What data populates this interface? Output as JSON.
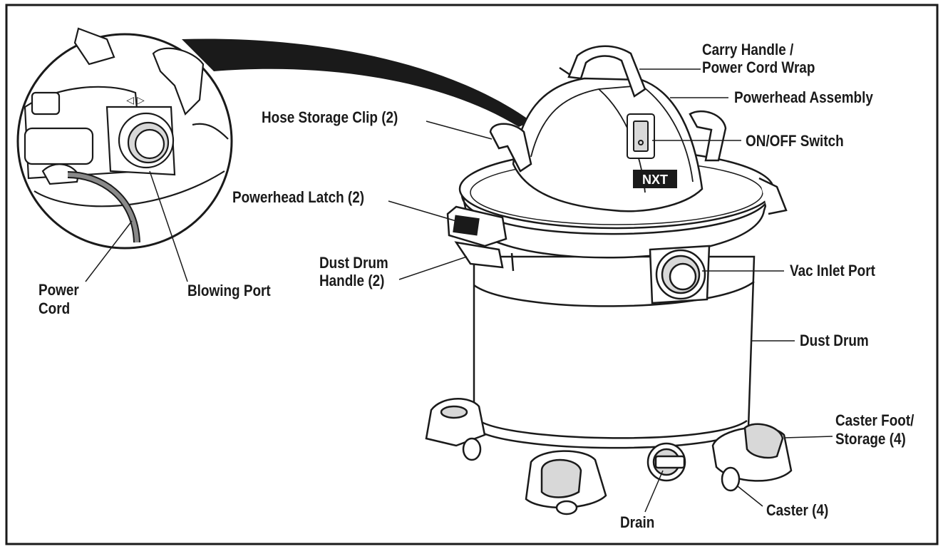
{
  "diagram": {
    "colors": {
      "ink": "#1a1a1a",
      "fill": "#ffffff",
      "shade": "#d8d8d8",
      "cord": "#8a8a8a"
    },
    "product_logo": "NXT",
    "labels": {
      "carry_handle": "Carry Handle /",
      "carry_handle_line2": "Power Cord Wrap",
      "powerhead_assembly": "Powerhead Assembly",
      "hose_storage_clip": "Hose Storage Clip (2)",
      "on_off_switch": "ON/OFF Switch",
      "powerhead_latch": "Powerhead Latch (2)",
      "dust_drum_handle": "Dust Drum",
      "dust_drum_handle_line2": "Handle (2)",
      "vac_inlet_port": "Vac Inlet Port",
      "dust_drum": "Dust Drum",
      "caster_foot": "Caster Foot/",
      "caster_foot_line2": "Storage (4)",
      "caster": "Caster (4)",
      "drain": "Drain",
      "power_cord": "Power",
      "power_cord_line2": "Cord",
      "blowing_port": "Blowing Port"
    }
  }
}
